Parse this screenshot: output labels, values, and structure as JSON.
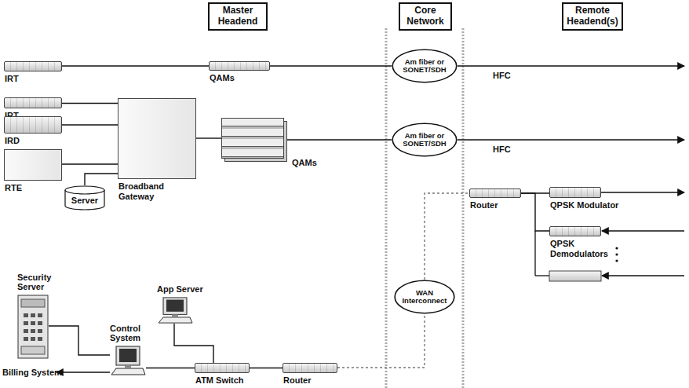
{
  "diagram": {
    "nodes": [
      {
        "text": [
          "Master Headend"
        ]
      },
      {
        "text": [
          "Core Network"
        ]
      },
      {
        "text": [
          "Remote Headend(s)"
        ]
      },
      {
        "text": [
          "IRT"
        ]
      },
      {
        "text": [
          "QAMs"
        ]
      },
      {
        "text": [
          "Am fiber or SONET/SDH"
        ]
      },
      {
        "text": [
          "IRT"
        ]
      },
      {
        "text": [
          "IRD"
        ]
      },
      {
        "text": [
          "RTE"
        ]
      },
      {
        "text": [
          "Server"
        ]
      },
      {
        "text": [
          "Broadband Gateway"
        ]
      },
      {
        "text": [
          "QAMs"
        ]
      },
      {
        "text": [
          "Am fiber or SONET/SDH"
        ]
      },
      {
        "text": [
          "Router"
        ]
      },
      {
        "text": [
          "QPSK Modulator"
        ]
      },
      {
        "text": [
          "QPSK Demodulators"
        ]
      },
      {
        "text": [
          "WAN Interconnect"
        ]
      },
      {
        "text": [
          "Security Server"
        ]
      },
      {
        "text": [
          "App Server"
        ]
      },
      {
        "text": [
          "Control System"
        ]
      },
      {
        "text": [
          "ATM Switch"
        ]
      },
      {
        "text": [
          "Router"
        ]
      }
    ],
    "edges": [
      {
        "from": 3,
        "to": 4,
        "arrow": "none"
      },
      {
        "from": 4,
        "to": 5,
        "arrow": "none"
      },
      {
        "from": 6,
        "to": 10,
        "arrow": "none"
      },
      {
        "from": 7,
        "to": 10,
        "arrow": "none"
      },
      {
        "from": 8,
        "to": 10,
        "arrow": "none"
      },
      {
        "from": 9,
        "to": 10,
        "arrow": "none"
      },
      {
        "from": 10,
        "to": 11,
        "arrow": "none"
      },
      {
        "from": 11,
        "to": 12,
        "arrow": "none"
      },
      {
        "from": 16,
        "to": 13,
        "arrow": "none"
      },
      {
        "from": 21,
        "to": 16,
        "arrow": "none"
      },
      {
        "from": 13,
        "to": 14,
        "arrow": "none"
      },
      {
        "from": 13,
        "to": 15,
        "arrow": "none"
      },
      {
        "from": 17,
        "to": 19,
        "arrow": "none"
      },
      {
        "from": 18,
        "to": 20,
        "arrow": "none"
      },
      {
        "from": 19,
        "to": 20,
        "arrow": "none"
      },
      {
        "from": 20,
        "to": 21,
        "arrow": "none"
      }
    ],
    "labels": [
      "HFC",
      "HFC",
      "Billing System"
    ]
  }
}
